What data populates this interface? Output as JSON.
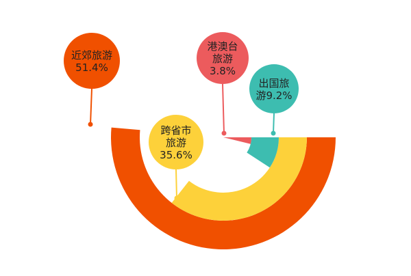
{
  "chart_data": {
    "type": "radial-bar",
    "title": "",
    "unit": "%",
    "series": [
      {
        "name": "近郊旅游",
        "value": 51.4,
        "label_lines": [
          "近郊旅游",
          "51.4%"
        ],
        "color": "#f05000"
      },
      {
        "name": "跨省市旅游",
        "value": 35.6,
        "label_lines": [
          "跨省市",
          "旅游",
          "35.6%"
        ],
        "color": "#fdd13a"
      },
      {
        "name": "出国旅游",
        "value": 9.2,
        "label_lines": [
          "出国旅",
          "游9.2%"
        ],
        "color": "#3dbdb0"
      },
      {
        "name": "港澳台旅游",
        "value": 3.8,
        "label_lines": [
          "港澳台",
          "旅游",
          "3.8%"
        ],
        "color": "#ec5b5d"
      }
    ]
  }
}
